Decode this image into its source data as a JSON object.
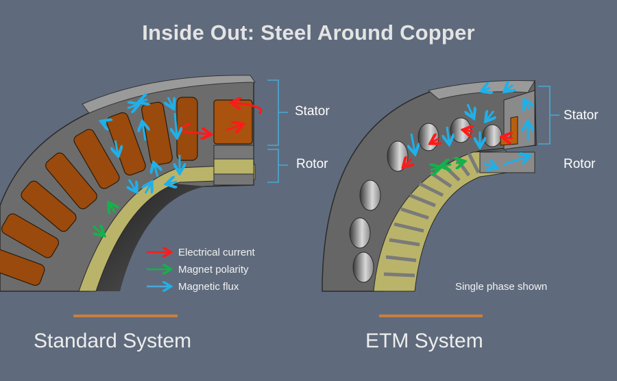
{
  "title": "Inside Out: Steel Around Copper",
  "colors": {
    "background": "#5f6b7c",
    "accent_rule": "#c97f3f",
    "electrical_current": "#ff1a1a",
    "magnet_polarity": "#13b24a",
    "magnetic_flux": "#1fb0ea",
    "copper": "#9a4a0c",
    "steel": "#6a6a6a",
    "magnet": "#b9b46a",
    "bracket": "#4aa8d8"
  },
  "legend": {
    "items": [
      {
        "label": "Electrical current",
        "color_key": "electrical_current"
      },
      {
        "label": "Magnet polarity",
        "color_key": "magnet_polarity"
      },
      {
        "label": "Magnetic flux",
        "color_key": "magnetic_flux"
      }
    ]
  },
  "standard": {
    "stator_label": "Stator",
    "rotor_label": "Rotor",
    "system_label": "Standard System"
  },
  "etm": {
    "stator_label": "Stator",
    "rotor_label": "Rotor",
    "note": "Single phase shown",
    "system_label": "ETM System"
  }
}
